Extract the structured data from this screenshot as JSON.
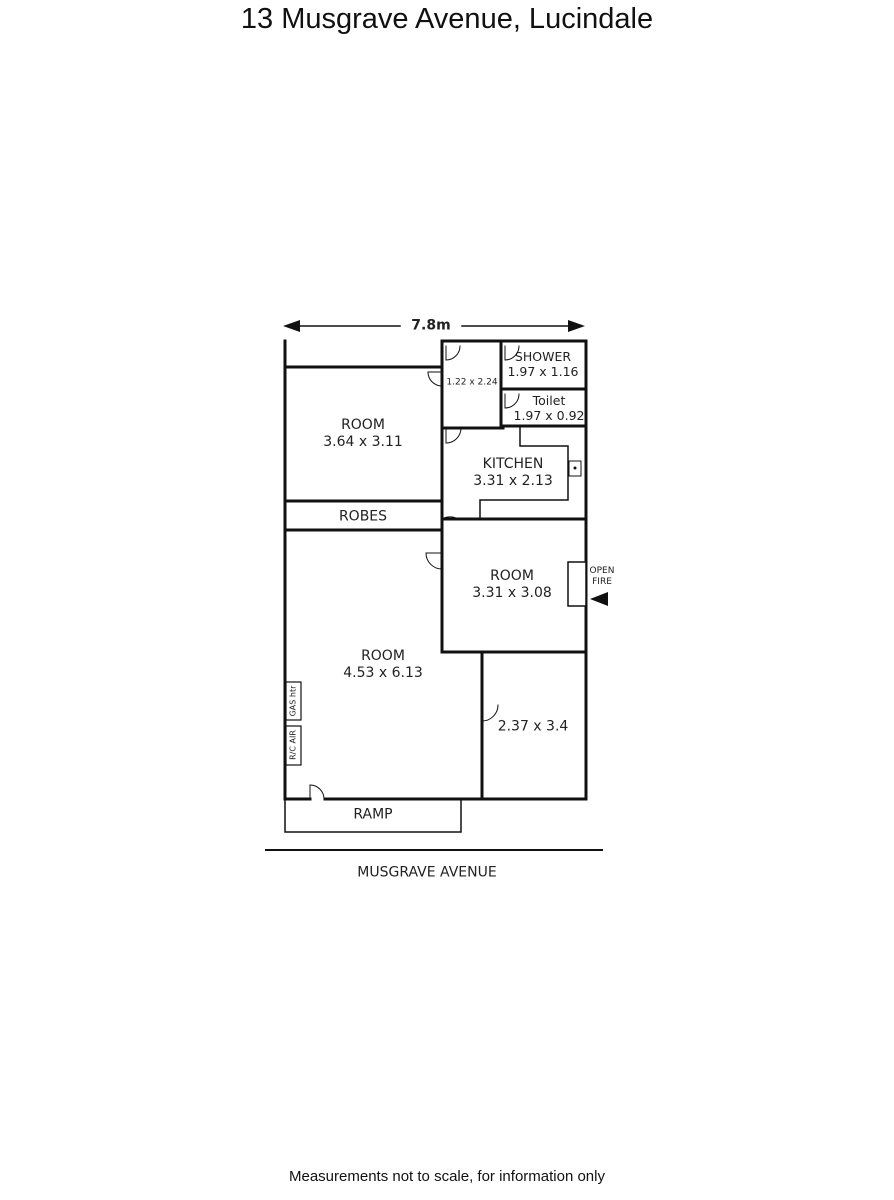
{
  "title": "13 Musgrave Avenue, Lucindale",
  "footer": "Measurements not to scale, for information only",
  "dimension": {
    "width_label": "7.8m"
  },
  "street": "MUSGRAVE AVENUE",
  "rooms": {
    "room_nw": {
      "name": "ROOM",
      "dims": "3.64 x 3.11"
    },
    "hall": {
      "dims": "1.22 x 2.24"
    },
    "shower": {
      "name": "SHOWER",
      "dims": "1.97 x 1.16"
    },
    "toilet": {
      "name": "Toilet",
      "dims": "1.97 x 0.92"
    },
    "kitchen": {
      "name": "KITCHEN",
      "dims": "3.31 x 2.13"
    },
    "robes": {
      "name": "ROBES"
    },
    "room_mid": {
      "name": "ROOM",
      "dims": "3.31 x 3.08"
    },
    "room_main": {
      "name": "ROOM",
      "dims": "4.53 x 6.13"
    },
    "room_se": {
      "dims": "2.37 x 3.4"
    },
    "ramp": {
      "name": "RAMP"
    }
  },
  "fixtures": {
    "open_fire": "OPEN\nFIRE",
    "open_fire_l1": "OPEN",
    "open_fire_l2": "FIRE",
    "gas_heater": "GAS htr",
    "rc_air": "R/C AIR"
  }
}
